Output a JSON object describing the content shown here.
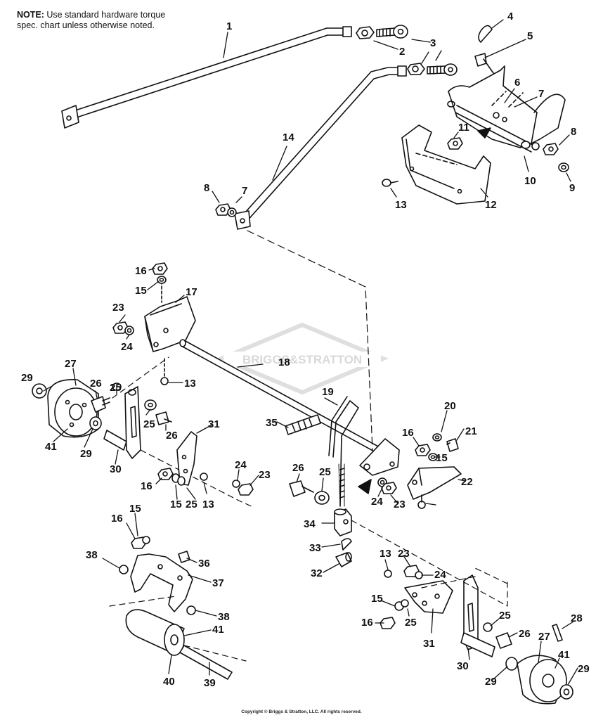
{
  "note": {
    "prefix": "NOTE:",
    "text": "Use standard hardware torque spec. chart unless otherwise noted."
  },
  "watermark": {
    "text": "BRIGGS&STRATTON"
  },
  "copyright": "Copyright © Briggs & Stratton, LLC. All rights reserved.",
  "callouts": [
    "1",
    "2",
    "3",
    "4",
    "5",
    "6",
    "7",
    "8",
    "9",
    "10",
    "11",
    "12",
    "13",
    "14",
    "7",
    "8",
    "16",
    "15",
    "17",
    "23",
    "24",
    "18",
    "13",
    "27",
    "26",
    "25",
    "29",
    "25",
    "26",
    "41",
    "29",
    "30",
    "19",
    "35",
    "31",
    "20",
    "16",
    "21",
    "15",
    "22",
    "24",
    "23",
    "16",
    "15",
    "25",
    "13",
    "26",
    "25",
    "24",
    "23",
    "34",
    "33",
    "32",
    "15",
    "16",
    "38",
    "36",
    "37",
    "38",
    "41",
    "40",
    "39",
    "13",
    "23",
    "24",
    "15",
    "16",
    "25",
    "31",
    "25",
    "26",
    "28",
    "30",
    "27",
    "41",
    "29",
    "29"
  ],
  "colors": {
    "line": "#111111",
    "watermark": "#dddddd",
    "background": "#ffffff"
  }
}
